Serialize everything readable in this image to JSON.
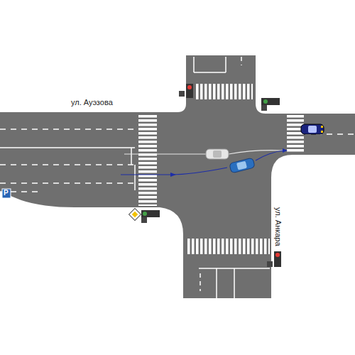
{
  "diagram": {
    "labels": [
      "ул. Ауэзова",
      "ул. Анкара",
      "P"
    ]
  }
}
